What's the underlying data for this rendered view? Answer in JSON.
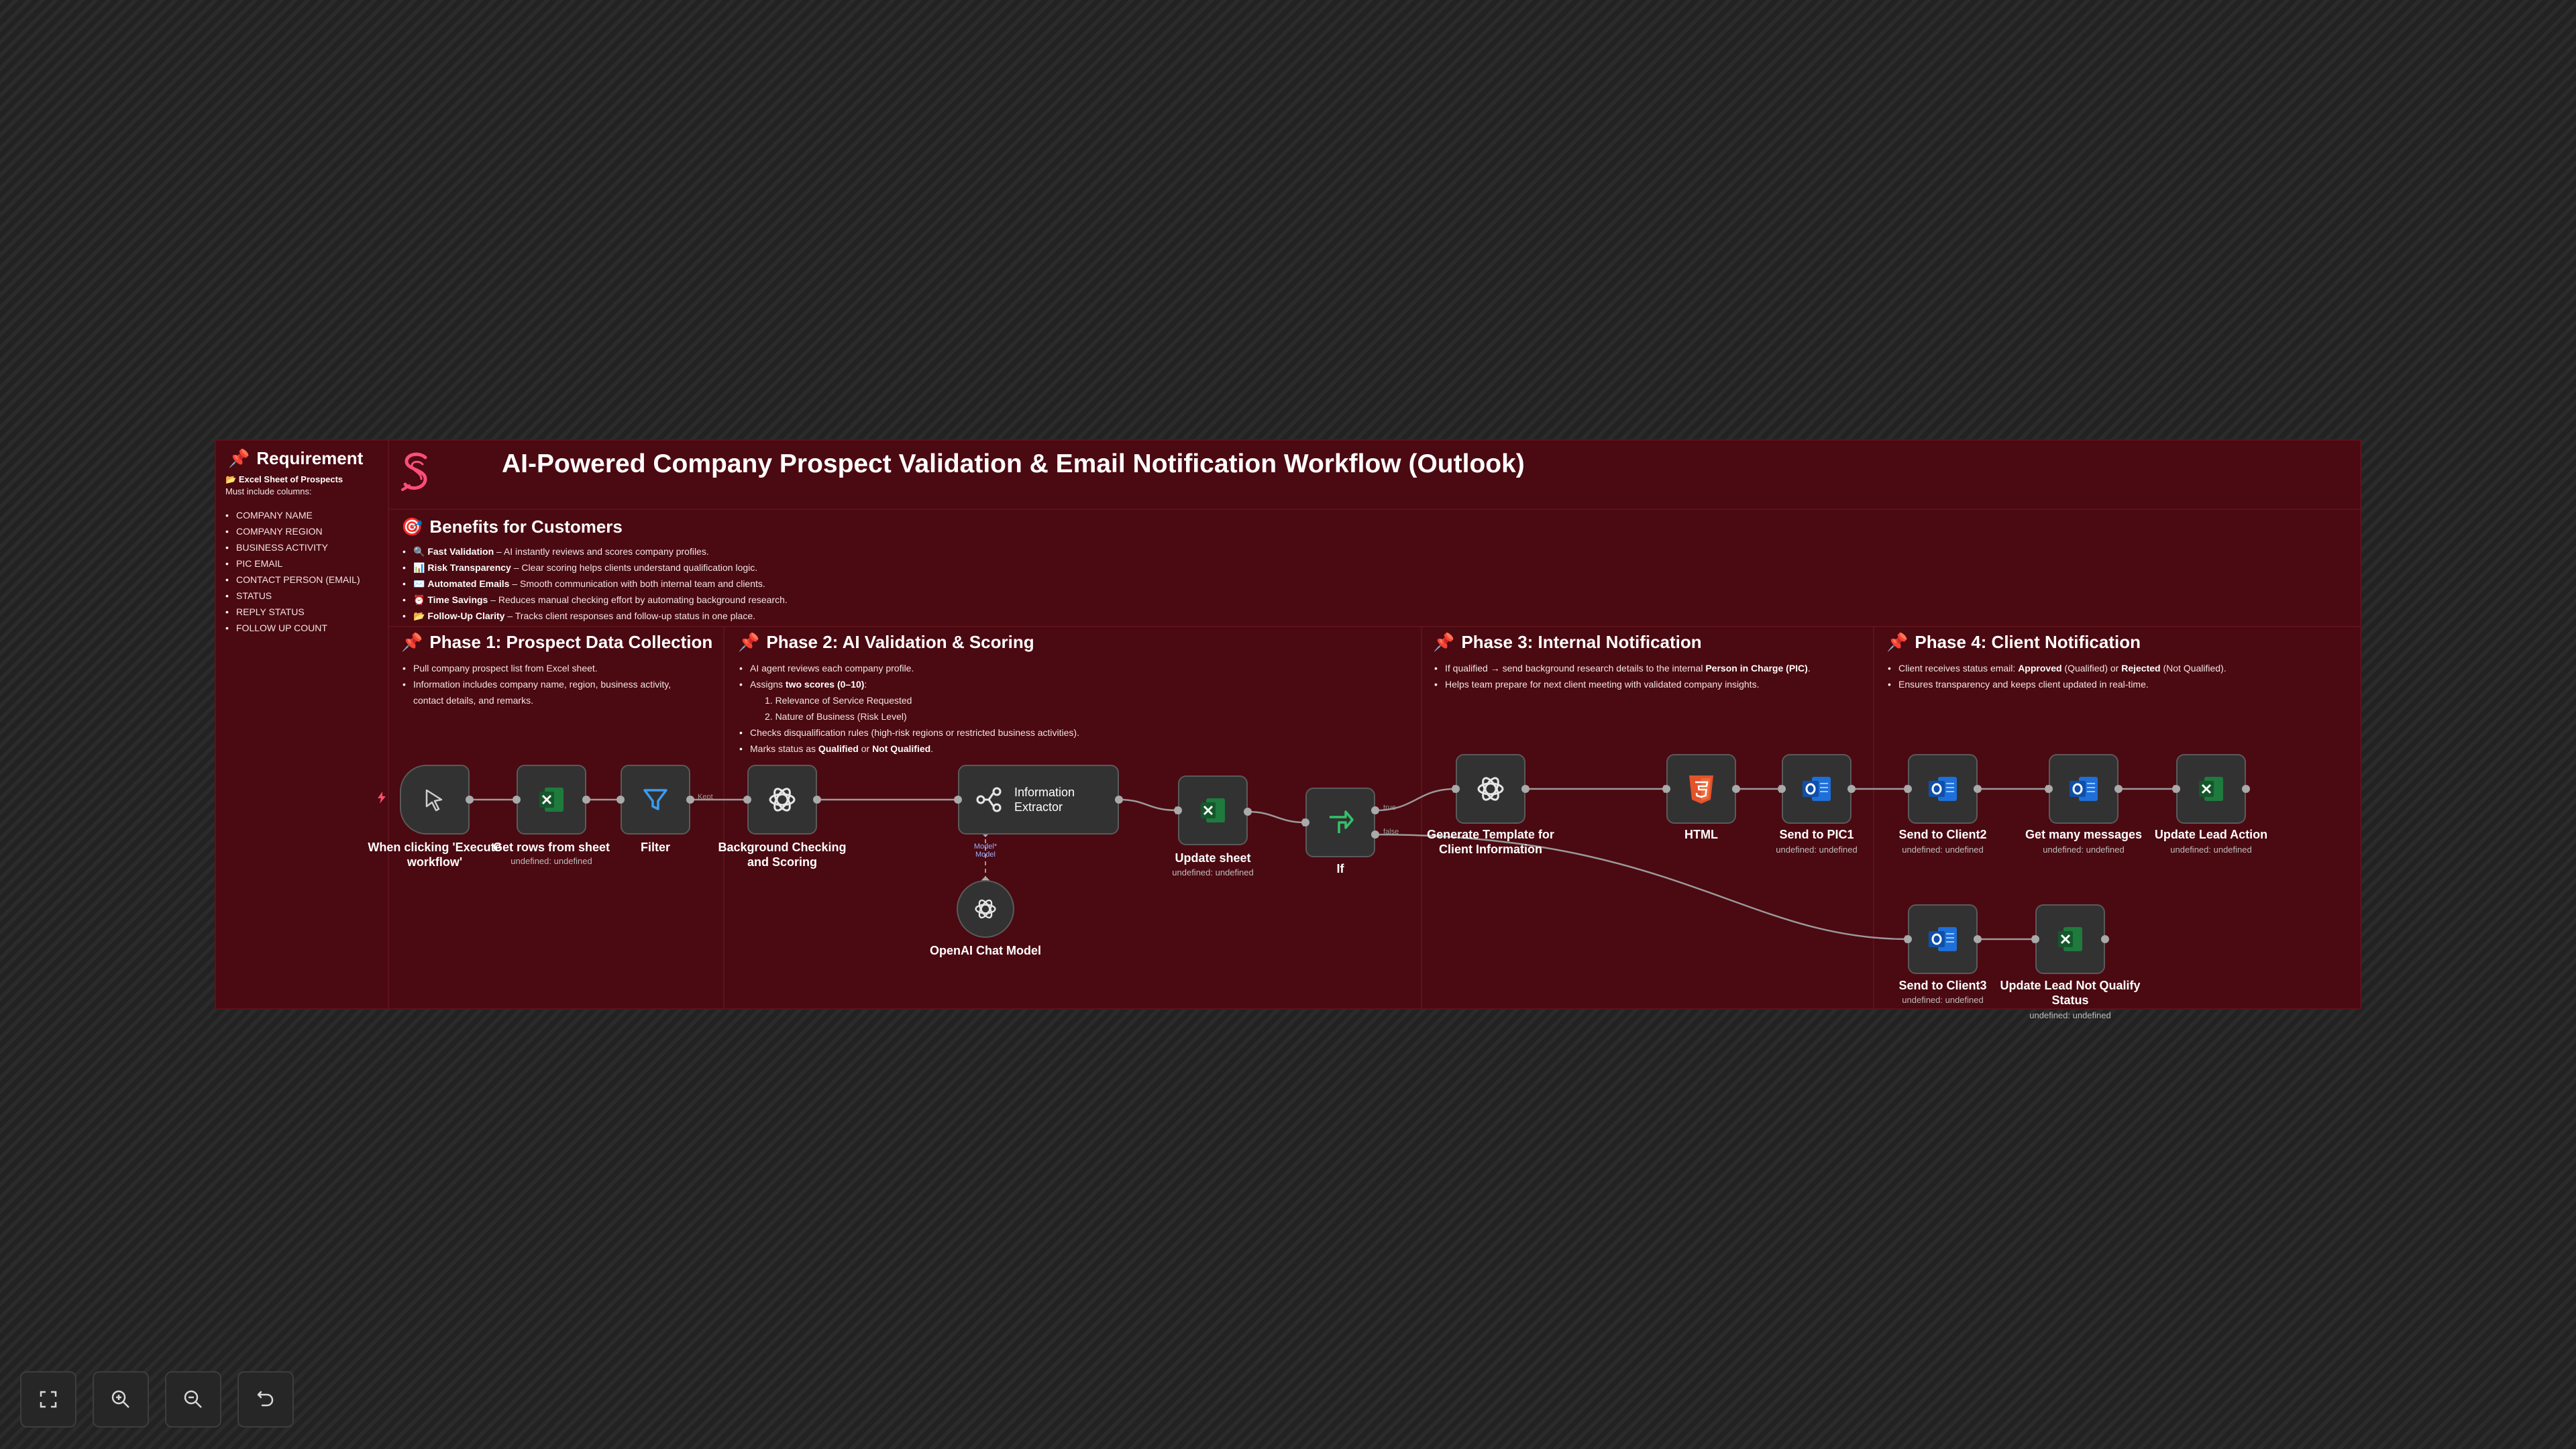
{
  "colors": {
    "frame_bg": "#4b0911",
    "node_bg": "#333233",
    "excel_green": "#1f7a3e",
    "outlook_blue": "#1e6fd9",
    "filter_blue": "#3b9cf0",
    "if_green": "#34c26a",
    "html_orange": "#e4532a",
    "pin_red": "#ff5a4a"
  },
  "workflow": {
    "title": "AI-Powered Company Prospect Validation & Email Notification Workflow (Outlook)"
  },
  "requirement": {
    "title": "Requirement",
    "sheet_label": "Excel Sheet of Prospects",
    "must_include": "Must include columns:",
    "columns": [
      "COMPANY NAME",
      "COMPANY REGION",
      "BUSINESS ACTIVITY",
      "PIC EMAIL",
      "CONTACT PERSON (EMAIL)",
      "STATUS",
      "REPLY STATUS",
      "FOLLOW UP COUNT"
    ]
  },
  "benefits": {
    "title": "Benefits for Customers",
    "items": [
      {
        "icon": "magnifier-icon",
        "glyph": "🔍",
        "bold": "Fast Validation",
        "text": " – AI instantly reviews and scores company profiles."
      },
      {
        "icon": "chart-icon",
        "glyph": "📊",
        "bold": "Risk Transparency",
        "text": " – Clear scoring helps clients understand qualification logic."
      },
      {
        "icon": "email-icon",
        "glyph": "✉️",
        "bold": "Automated Emails",
        "text": " – Smooth communication with both internal team and clients."
      },
      {
        "icon": "clock-icon",
        "glyph": "⏰",
        "bold": "Time Savings",
        "text": " – Reduces manual checking effort by automating background research."
      },
      {
        "icon": "folder-icon",
        "glyph": "📂",
        "bold": "Follow-Up Clarity",
        "text": " – Tracks client responses and follow-up status in one place."
      }
    ]
  },
  "phases": {
    "p1": {
      "title": "Phase 1: Prospect Data Collection",
      "bullets": [
        "Pull company prospect list from Excel sheet.",
        "Information includes company name, region, business activity,",
        "contact details, and remarks."
      ]
    },
    "p2": {
      "title": "Phase 2: AI Validation & Scoring",
      "b1": "AI agent reviews each company profile.",
      "b2_pre": "Assigns ",
      "b2_bold": "two scores (0–10)",
      "b2_post": ":",
      "sub1": "1. Relevance of Service Requested",
      "sub2": "2. Nature of Business (Risk Level)",
      "b3": "Checks disqualification rules (high-risk regions or restricted business activities).",
      "b4_pre": "Marks status as ",
      "b4_bold1": "Qualified",
      "b4_mid": " or ",
      "b4_bold2": "Not Qualified",
      "b4_post": "."
    },
    "p3": {
      "title": "Phase 3: Internal Notification",
      "b1_pre": "If qualified → send background research details to the internal ",
      "b1_bold": "Person in Charge (PIC)",
      "b1_post": ".",
      "b2": "Helps team prepare for next client meeting with validated company insights."
    },
    "p4": {
      "title": "Phase 4: Client Notification",
      "b1_pre": "Client receives status email: ",
      "b1_bold1": "Approved",
      "b1_mid1": " (Qualified) or ",
      "b1_bold2": "Rejected",
      "b1_post": " (Not Qualified).",
      "b2": "Ensures transparency and keeps client updated in real-time."
    }
  },
  "nodes": {
    "trigger": {
      "label": "When clicking 'Execute workflow'"
    },
    "get_rows": {
      "label": "Get rows from sheet",
      "sub": "undefined: undefined"
    },
    "filter": {
      "label": "Filter"
    },
    "bg_check": {
      "label_1": "Background Checking",
      "label_2": "and Scoring"
    },
    "extractor": {
      "label_1": "Information",
      "label_2": "Extractor"
    },
    "model_port": {
      "label_1": "Model*",
      "label_2": "Model"
    },
    "openai_model": {
      "label": "OpenAI Chat Model"
    },
    "update_sheet": {
      "label": "Update sheet",
      "sub": "undefined: undefined"
    },
    "if_node": {
      "label": "If",
      "true_label": "true",
      "false_label": "false"
    },
    "gen_template": {
      "label_1": "Generate Template for",
      "label_2": "Client Information"
    },
    "html": {
      "label": "HTML"
    },
    "send_pic1": {
      "label": "Send to PIC1",
      "sub": "undefined: undefined"
    },
    "send_client2": {
      "label": "Send to Client2",
      "sub": "undefined: undefined"
    },
    "get_messages": {
      "label": "Get many messages",
      "sub": "undefined: undefined"
    },
    "update_lead_action": {
      "label": "Update Lead Action",
      "sub": "undefined: undefined"
    },
    "send_client3": {
      "label": "Send to Client3",
      "sub": "undefined: undefined"
    },
    "update_not_qualify": {
      "label_1": "Update Lead Not Qualify",
      "label_2": "Status",
      "sub": "undefined: undefined"
    },
    "filter_kept": {
      "label": "Kept"
    }
  },
  "toolbar": {
    "fit": "fit-view-icon",
    "zoom_in": "zoom-in-icon",
    "zoom_out": "zoom-out-icon",
    "reset": "undo-icon"
  }
}
